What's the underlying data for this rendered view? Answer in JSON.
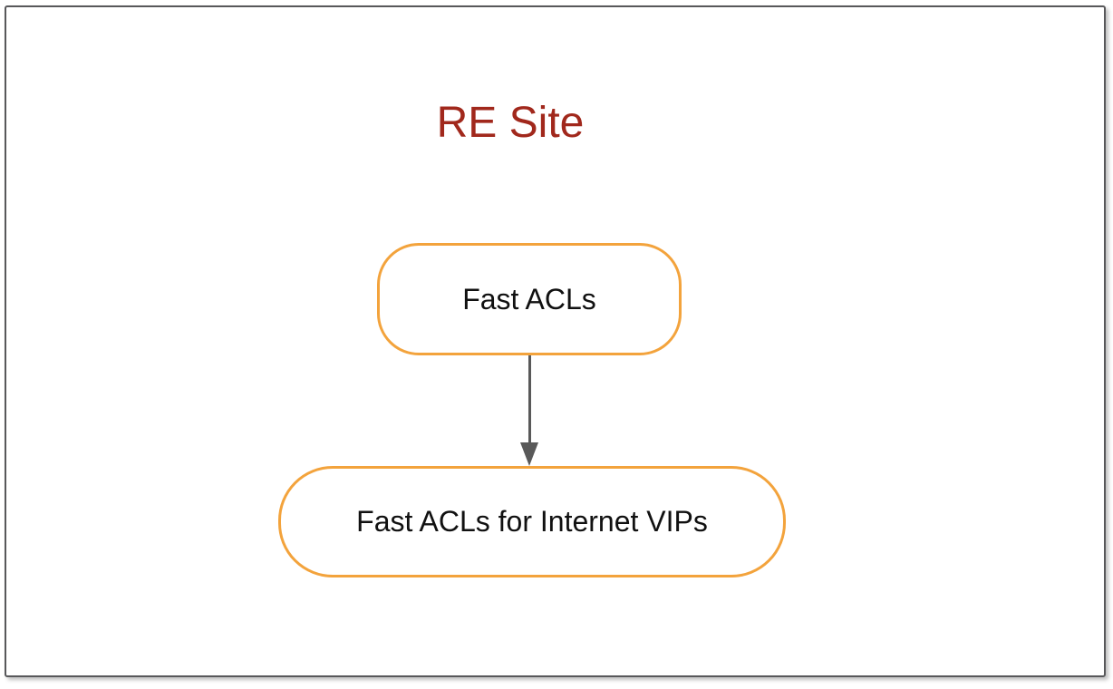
{
  "diagram": {
    "title": "RE Site",
    "nodes": [
      {
        "id": "fast-acls",
        "label": "Fast ACLs"
      },
      {
        "id": "fast-acls-for-internet-vips",
        "label": "Fast ACLs for Internet VIPs"
      }
    ],
    "connector": {
      "from": "fast-acls",
      "to": "fast-acls-for-internet-vips",
      "direction": "down"
    },
    "colors": {
      "title": "#A1281C",
      "node_border": "#F3A33C",
      "node_fill": "#FFFFFF",
      "node_text": "#111111",
      "arrow": "#595959",
      "slide_border": "#58585A"
    }
  }
}
